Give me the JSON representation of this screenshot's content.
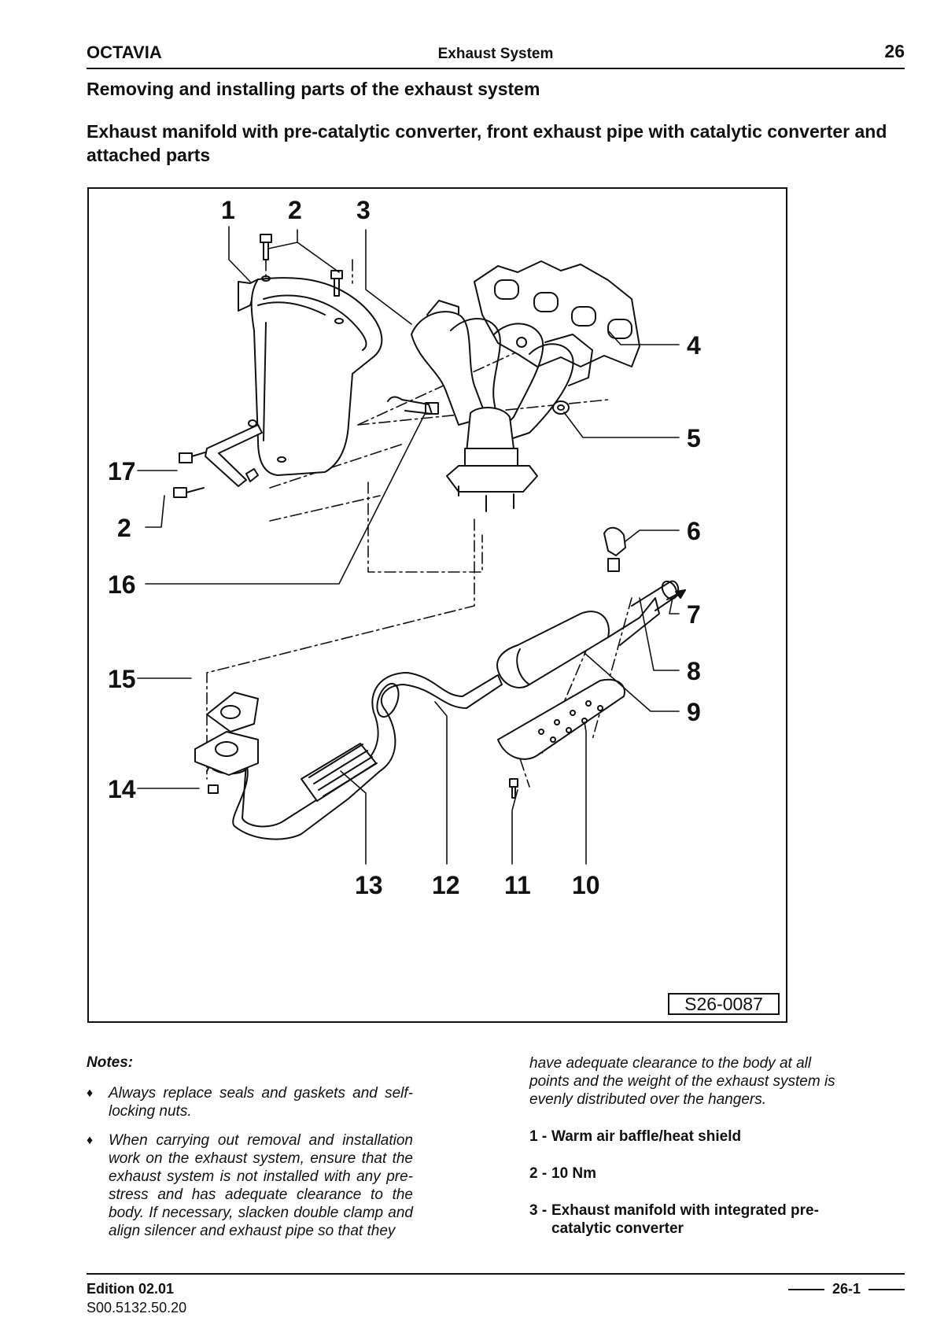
{
  "header": {
    "brand": "OCTAVIA",
    "section": "Exhaust System",
    "chapter": "26"
  },
  "title": "Removing and installing parts of the exhaust system",
  "subtitle": "Exhaust manifold with pre-catalytic converter, front exhaust pipe with catalytic converter and attached parts",
  "figure": {
    "reference": "S26-0087",
    "callouts": [
      "1",
      "2",
      "3",
      "4",
      "5",
      "6",
      "7",
      "8",
      "9",
      "10",
      "11",
      "12",
      "13",
      "14",
      "15",
      "16",
      "17",
      "2"
    ]
  },
  "notes": {
    "title": "Notes:",
    "bullet_glyph": "♦",
    "items": [
      "Always replace seals and gaskets and self-locking nuts.",
      "When carrying out removal and installation work on the exhaust system, ensure that the exhaust system is not installed with any pre-stress and has adequate clearance to the body. If necessary, slacken double clamp and align silencer and exhaust pipe so that they"
    ],
    "continuation": "have adequate clearance to the body at all points and the weight of the exhaust system is evenly distributed over the hangers."
  },
  "parts": [
    {
      "num": "1 -",
      "text": "Warm air baffle/heat shield"
    },
    {
      "num": "2 -",
      "text": "10 Nm"
    },
    {
      "num": "3 -",
      "text": "Exhaust manifold with integrated pre-catalytic converter"
    }
  ],
  "footer": {
    "edition": "Edition 02.01",
    "doc_number": "S00.5132.50.20",
    "page": "26-1"
  }
}
